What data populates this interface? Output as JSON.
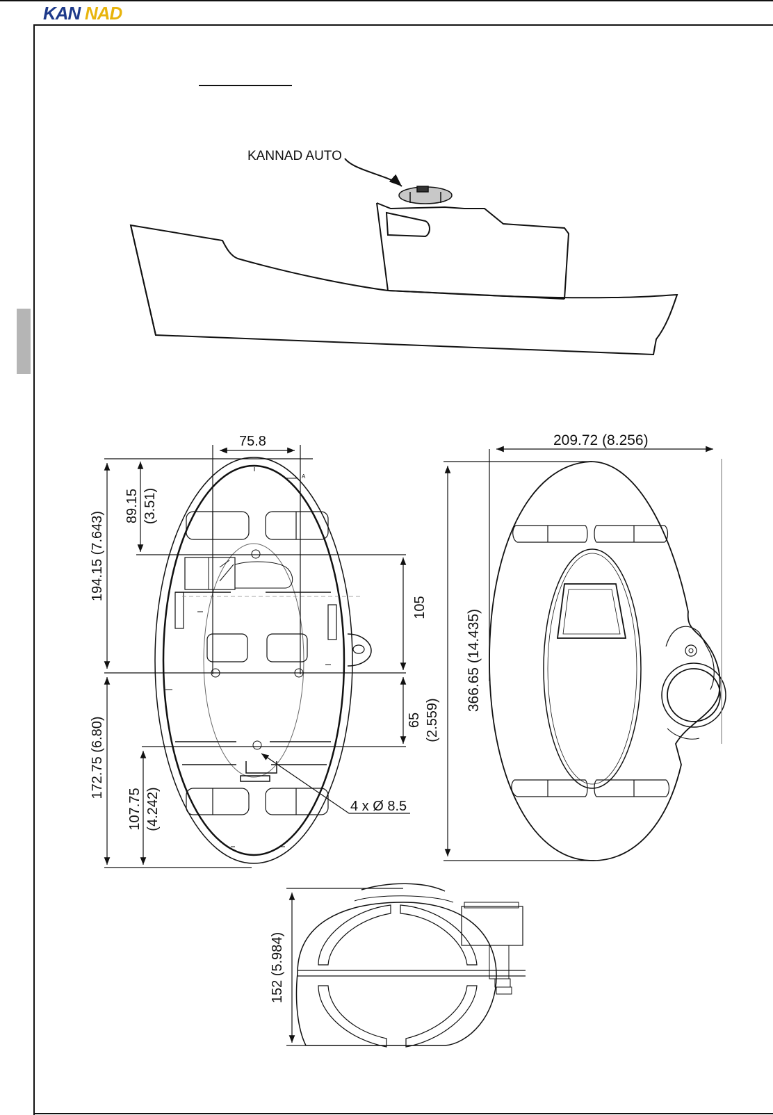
{
  "header": {
    "logo_text": "KANNAD",
    "logo_colors": {
      "primary": "#1e3a8a",
      "accent": "#e8b40c"
    }
  },
  "vessel_view": {
    "callout": "KANNAD AUTO"
  },
  "front_view": {
    "dim_width_top": "75.8",
    "dim_upper_height": "194.15 (7.643)",
    "dim_upper_inner_1": "89.15",
    "dim_upper_inner_2": "(3.51)",
    "dim_mid_right": "105",
    "dim_lower_height": "172.75 (6.80)",
    "dim_lower_inner_1": "107.75",
    "dim_lower_inner_2": "(4.242)",
    "dim_lower_right_1": "65",
    "dim_lower_right_2": "(2.559)",
    "holes": "4 x Ø 8.5",
    "section_mark": "A"
  },
  "side_view": {
    "dim_width": "209.72 (8.256)",
    "dim_height": "366.65 (14.435)"
  },
  "bottom_view": {
    "dim_height": "152 (5.984)"
  }
}
